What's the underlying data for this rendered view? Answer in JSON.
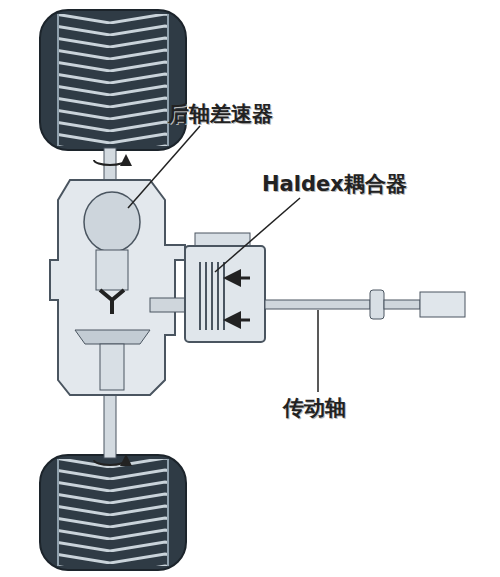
{
  "diagram": {
    "labels": [
      "后轴差速器",
      "Haldex耦合器",
      "传动轴"
    ]
  }
}
